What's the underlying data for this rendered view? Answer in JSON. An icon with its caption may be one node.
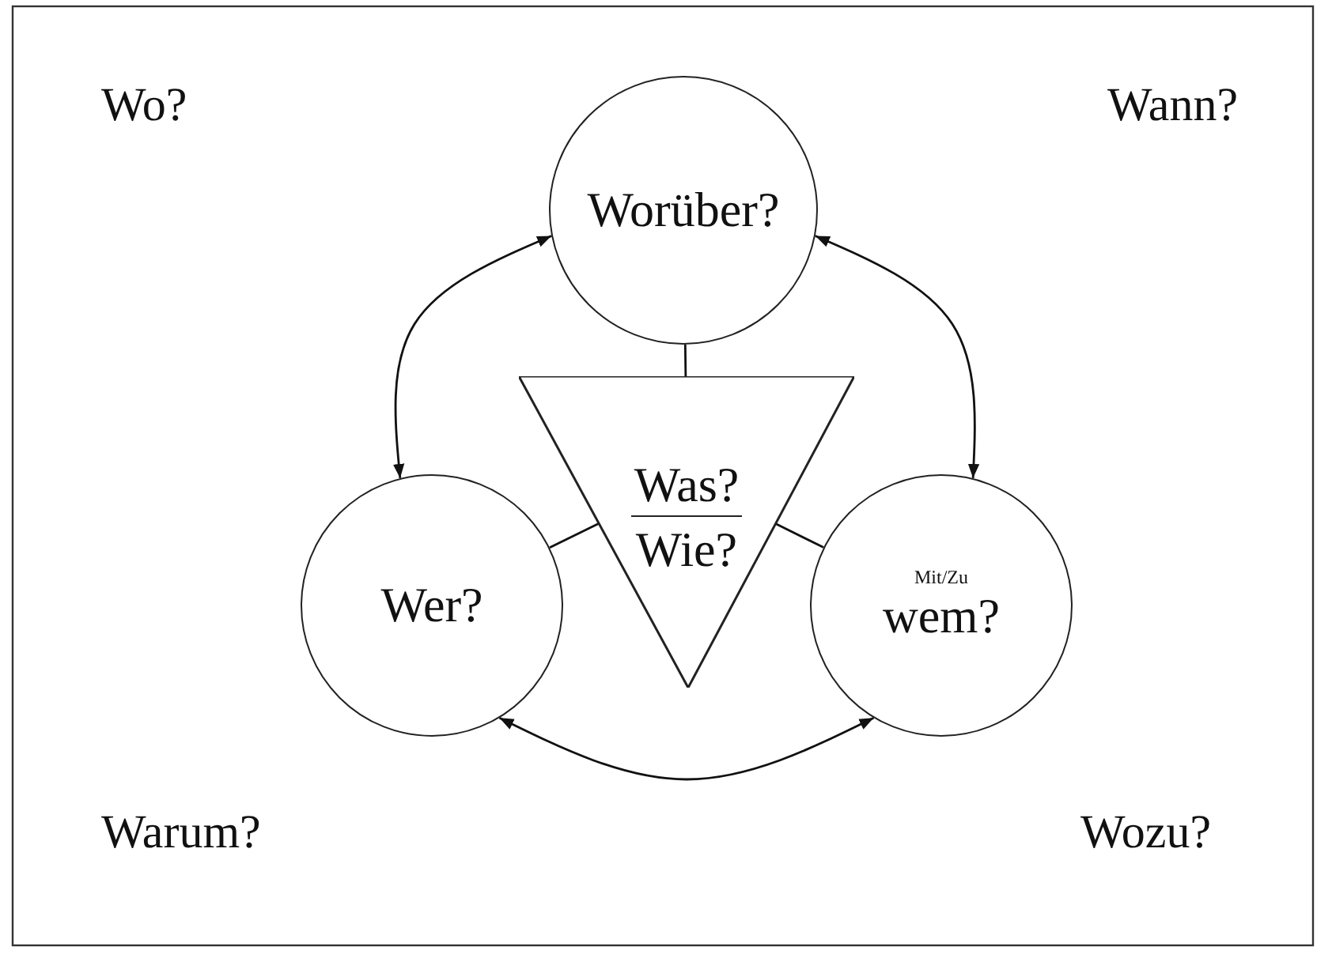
{
  "diagram": {
    "nodes": [
      {
        "text": [
          "Worüber?"
        ]
      },
      {
        "text": [
          "Was?",
          "Wie?"
        ]
      },
      {
        "text": [
          "Wer?"
        ]
      },
      {
        "text": [
          "Mit/Zu",
          "wem?"
        ]
      }
    ],
    "edges": [
      {
        "from": 0,
        "to": 2,
        "arrow": "both"
      },
      {
        "from": 0,
        "to": 3,
        "arrow": "both"
      },
      {
        "from": 2,
        "to": 3,
        "arrow": "both"
      },
      {
        "from": 0,
        "to": 1,
        "arrow": "none"
      },
      {
        "from": 2,
        "to": 1,
        "arrow": "none"
      },
      {
        "from": 3,
        "to": 1,
        "arrow": "none"
      }
    ],
    "labels": [
      "Wo?",
      "Wann?",
      "Warum?",
      "Wozu?"
    ]
  }
}
